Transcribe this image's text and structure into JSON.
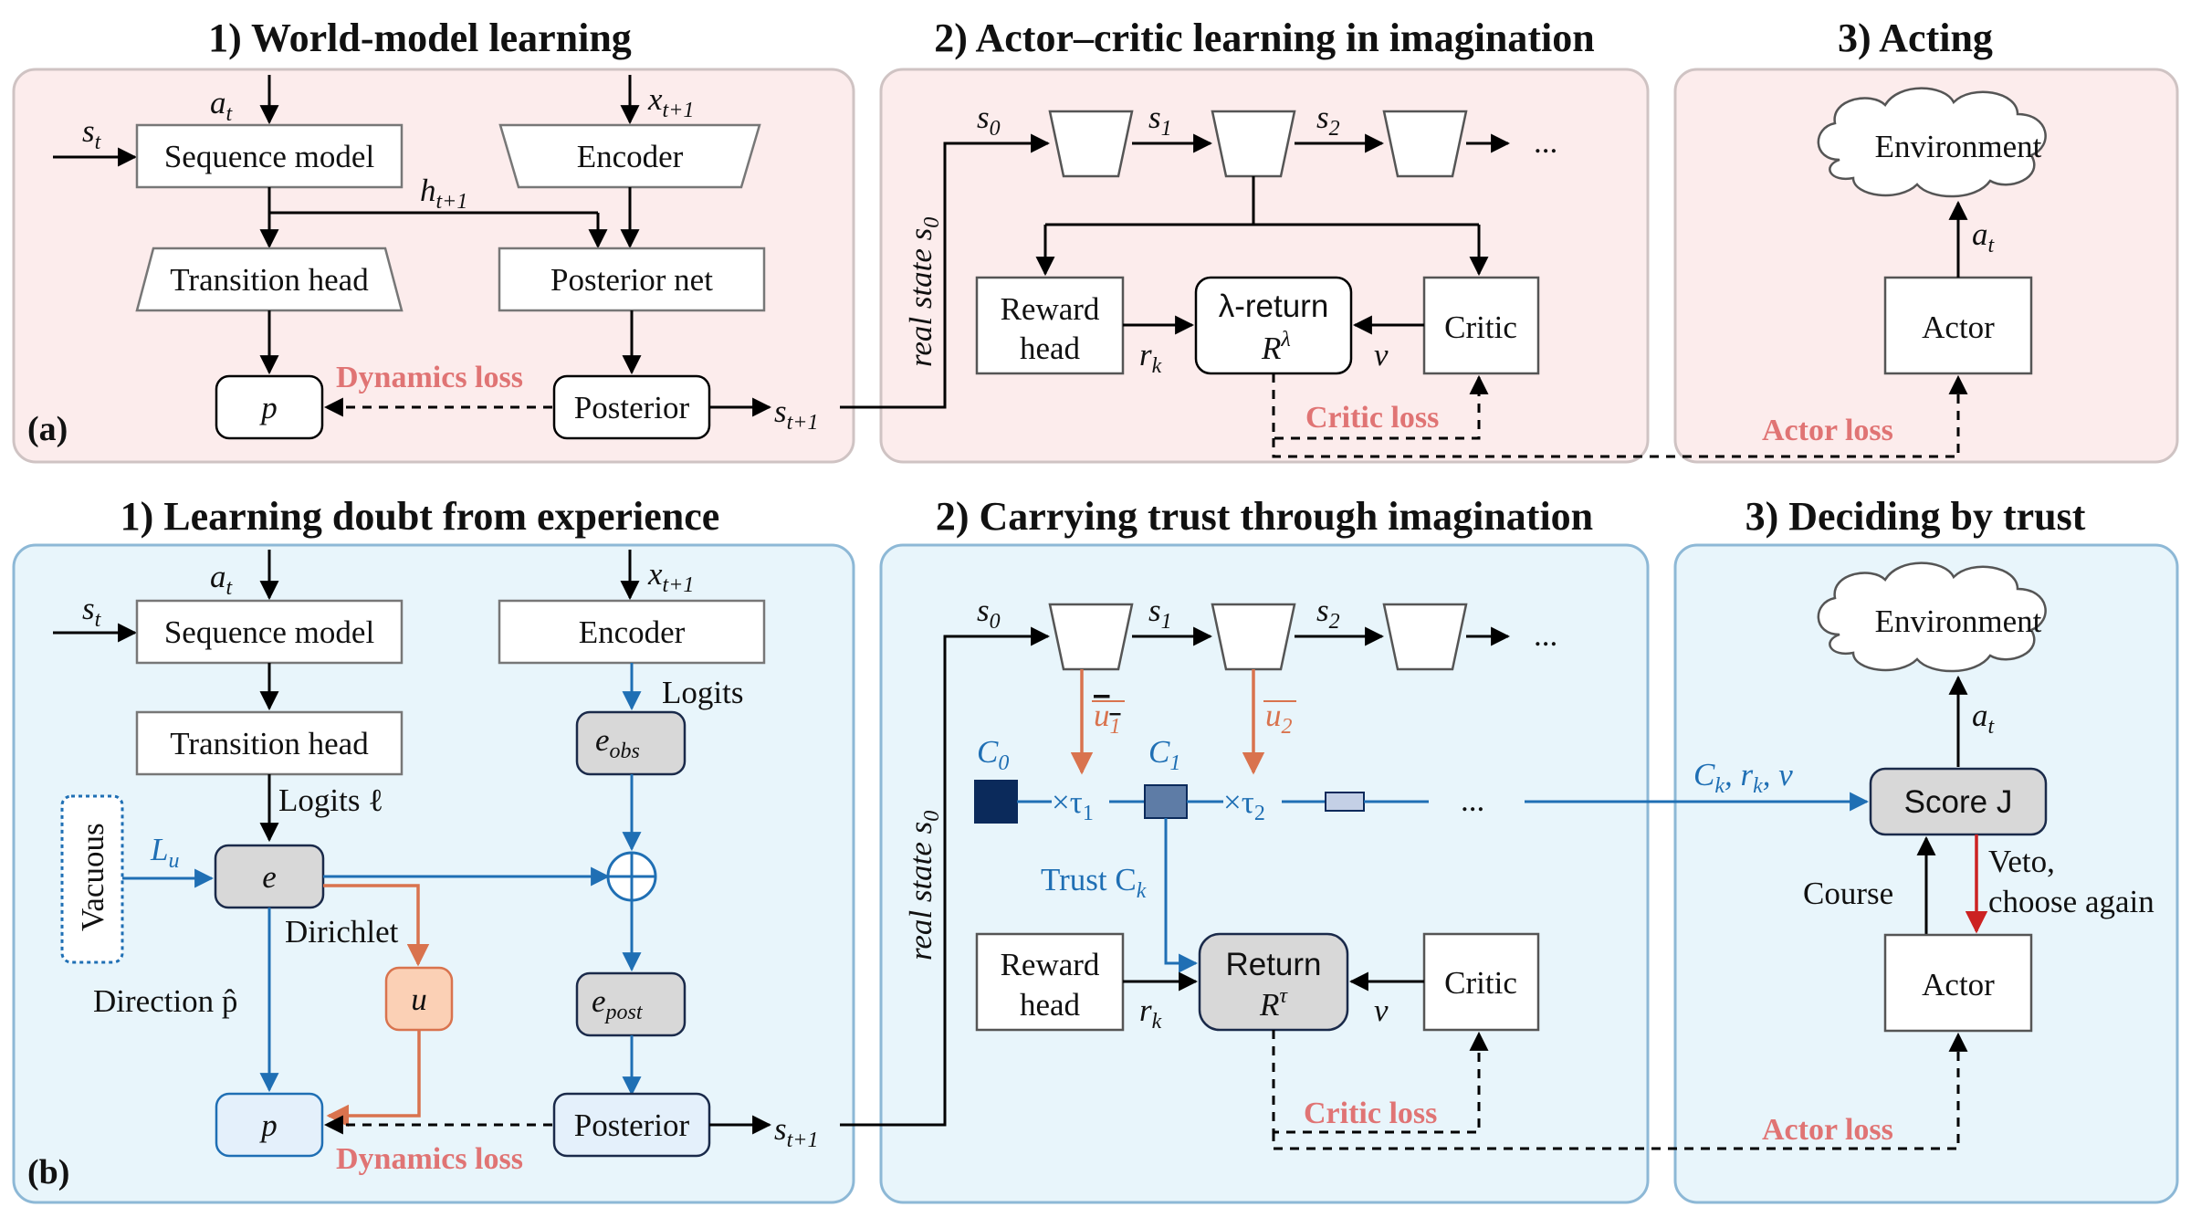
{
  "colors": {
    "pink_panel": "#fcecec",
    "pink_border": "#cfc3c3",
    "blue_panel": "#e8f5fb",
    "blue_border": "#8db8d6",
    "blue_line": "#1f6fb4",
    "orange_line": "#d9734e",
    "orange_fill": "#fbd0b5",
    "loss_text": "#e07474",
    "veto_red": "#cc2222",
    "gray_fill": "#d8d8d8",
    "light_blue_fill": "#e4f0fb",
    "navy": "#0b2a5b",
    "slate": "#5e7ca6",
    "pale_slate": "#c4d0e6"
  },
  "panel_a": {
    "id": "(a)",
    "titles": {
      "world_model": "1) World-model learning",
      "actor_critic": "2) Actor–critic learning in imagination",
      "acting": "3) Acting"
    },
    "labels": {
      "sequence_model": "Sequence model",
      "encoder": "Encoder",
      "transition_head": "Transition head",
      "posterior_net": "Posterior net",
      "posterior": "Posterior",
      "p": "p",
      "dynamics_loss": "Dynamics loss",
      "a_t": "a",
      "a_t_sub": "t",
      "s_t": "s",
      "s_t_sub": "t",
      "x_t1": "x",
      "x_t1_sub": "t+1",
      "h_t1": "h",
      "h_t1_sub": "t+1",
      "s_t1": "s",
      "s_t1_sub": "t+1",
      "real_state": "real state s",
      "real_state_sub": "0",
      "s0": "s",
      "s0_sub": "0",
      "s1": "s",
      "s1_sub": "1",
      "s2": "s",
      "s2_sub": "2",
      "ellipsis": "...",
      "reward_head_1": "Reward",
      "reward_head_2": "head",
      "lambda_return_1": "λ-return",
      "lambda_return_2": "R",
      "lambda_return_sup": "λ",
      "critic": "Critic",
      "r_k": "r",
      "r_k_sub": "k",
      "v": "v",
      "critic_loss": "Critic loss",
      "environment": "Environment",
      "actor": "Actor",
      "actor_loss": "Actor loss"
    }
  },
  "panel_b": {
    "id": "(b)",
    "titles": {
      "learning_doubt": "1) Learning doubt from experience",
      "carrying_trust": "2) Carrying trust through imagination",
      "deciding": "3) Deciding by trust"
    },
    "labels": {
      "sequence_model": "Sequence model",
      "encoder": "Encoder",
      "transition_head": "Transition head",
      "logits": "Logits",
      "logits_ell": "Logits ℓ",
      "vacuous": "Vacuous",
      "L_u": "L",
      "L_u_sub": "u",
      "e": "e",
      "e_obs": "e",
      "e_obs_sub": "obs",
      "e_post": "e",
      "e_post_sub": "post",
      "dirichlet": "Dirichlet",
      "u": "u",
      "direction": "Direction p̂",
      "p": "p",
      "posterior": "Posterior",
      "dynamics_loss": "Dynamics loss",
      "a_t": "a",
      "a_t_sub": "t",
      "s_t": "s",
      "s_t_sub": "t",
      "x_t1": "x",
      "x_t1_sub": "t+1",
      "s_t1": "s",
      "s_t1_sub": "t+1",
      "real_state": "real state s",
      "real_state_sub": "0",
      "s0": "s",
      "s0_sub": "0",
      "s1": "s",
      "s1_sub": "1",
      "s2": "s",
      "s2_sub": "2",
      "ellipsis": "...",
      "u1": "u",
      "u1_sub": "1",
      "u2": "u",
      "u2_sub": "2",
      "C0": "C",
      "C0_sub": "0",
      "C1": "C",
      "C1_sub": "1",
      "tau1": "×τ",
      "tau1_sub": "1",
      "tau2": "×τ",
      "tau2_sub": "2",
      "trust": "Trust C",
      "trust_sub": "k",
      "reward_head_1": "Reward",
      "reward_head_2": "head",
      "return_1": "Return",
      "return_2": "R",
      "return_sup": "τ",
      "critic": "Critic",
      "r_k": "r",
      "r_k_sub": "k",
      "v": "v",
      "critic_loss": "Critic loss",
      "ckrkv": "C",
      "ckrkv_sub": "k",
      "ckrkv_rest": ", r",
      "ckrkv_sub2": "k",
      "ckrkv_end": ", v",
      "environment": "Environment",
      "score": "Score J",
      "veto_1": "Veto,",
      "veto_2": "choose again",
      "course": "Course",
      "actor": "Actor",
      "actor_loss": "Actor loss"
    }
  }
}
